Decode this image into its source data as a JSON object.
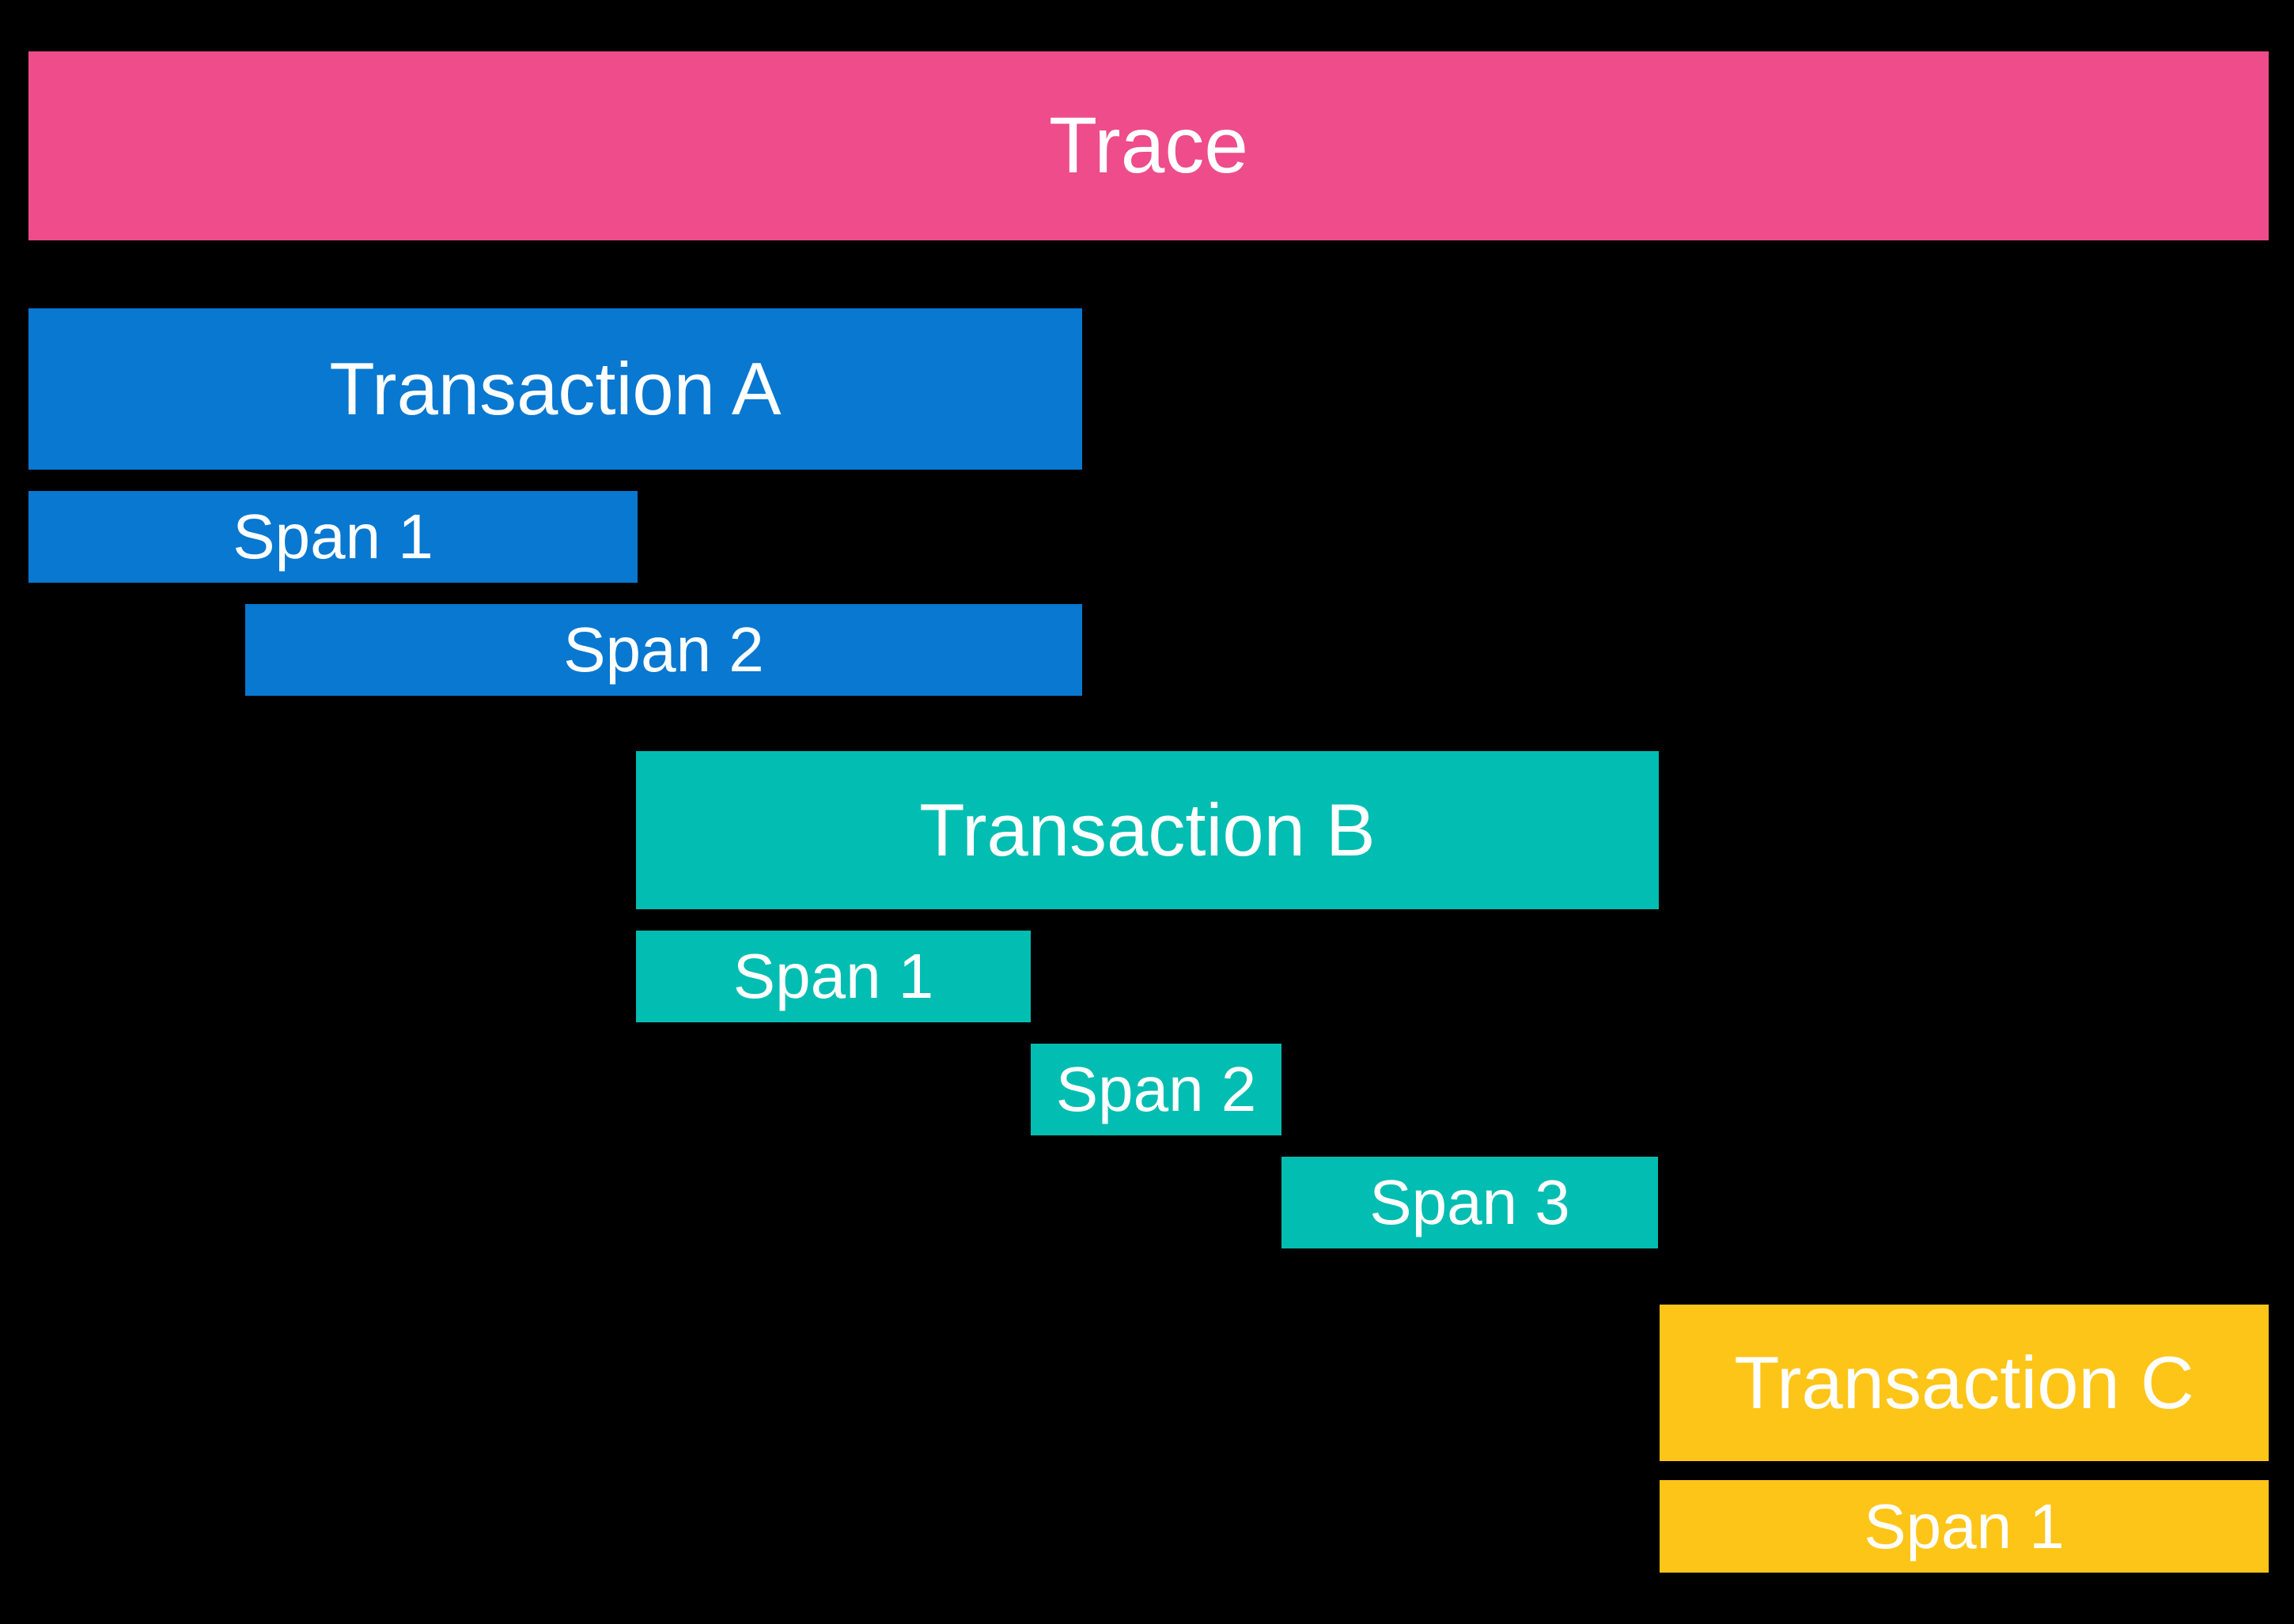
{
  "canvas": {
    "background_color": "#000000",
    "text_color": "#FFFFFF"
  },
  "trace": {
    "label": "Trace",
    "color": "#EE4C8B"
  },
  "transactions": [
    {
      "label": "Transaction A",
      "color": "#0878D1",
      "spans": [
        {
          "label": "Span 1"
        },
        {
          "label": "Span 2"
        }
      ]
    },
    {
      "label": "Transaction B",
      "color": "#02BDB1",
      "spans": [
        {
          "label": "Span 1"
        },
        {
          "label": "Span 2"
        },
        {
          "label": "Span 3"
        }
      ]
    },
    {
      "label": "Transaction C",
      "color": "#FDC517",
      "spans": [
        {
          "label": "Span 1"
        }
      ]
    }
  ]
}
